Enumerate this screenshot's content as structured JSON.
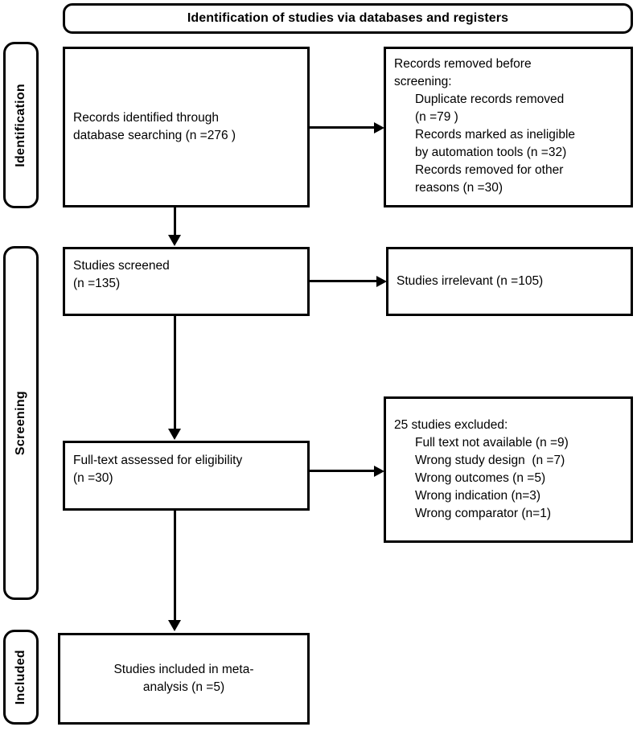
{
  "diagram": {
    "type": "prisma-flow-diagram",
    "header": {
      "title": "Identification of studies via databases and registers"
    },
    "stages": [
      {
        "id": "identification",
        "label": "Identification"
      },
      {
        "id": "screening",
        "label": "Screening"
      },
      {
        "id": "included",
        "label": "Included"
      }
    ],
    "nodes": {
      "records_identified": {
        "lines": [
          "Records identified through",
          "database searching (n =276 )"
        ]
      },
      "records_removed": {
        "lines": [
          "Records removed before",
          "screening:",
          "Duplicate records removed",
          "(n =79 )",
          "Records marked as ineligible",
          "by automation tools (n =32)",
          "Records removed for other",
          "reasons (n =30)"
        ],
        "indent_flags": [
          false,
          false,
          true,
          true,
          true,
          true,
          true,
          true
        ]
      },
      "studies_screened": {
        "lines": [
          "Studies screened",
          "(n =135)"
        ]
      },
      "studies_irrelevant": {
        "lines": [
          "Studies irrelevant (n =105)"
        ]
      },
      "fulltext_assessed": {
        "lines": [
          "Full-text assessed for eligibility",
          "(n =30)"
        ]
      },
      "studies_excluded": {
        "lines": [
          "25 studies excluded:",
          "Full text not available (n =9)",
          "Wrong study design  (n =7)",
          "Wrong outcomes (n =5)",
          "Wrong indication (n=3)",
          "Wrong comparator (n=1)"
        ],
        "indent_flags": [
          false,
          true,
          true,
          true,
          true,
          true
        ]
      },
      "studies_included": {
        "lines": [
          "Studies included in meta-",
          "analysis (n =5)"
        ]
      }
    },
    "counts": {
      "records_identified": 276,
      "duplicate_records_removed": 79,
      "records_marked_ineligible_by_automation": 32,
      "records_removed_other_reasons": 30,
      "studies_screened": 135,
      "studies_irrelevant": 105,
      "fulltext_assessed": 30,
      "studies_excluded_total": 25,
      "excluded_full_text_not_available": 9,
      "excluded_wrong_study_design": 7,
      "excluded_wrong_outcomes": 5,
      "excluded_wrong_indication": 3,
      "excluded_wrong_comparator": 1,
      "studies_included": 5
    },
    "colors": {
      "stroke": "#000000",
      "fill": "#ffffff",
      "text": "#000000"
    }
  }
}
